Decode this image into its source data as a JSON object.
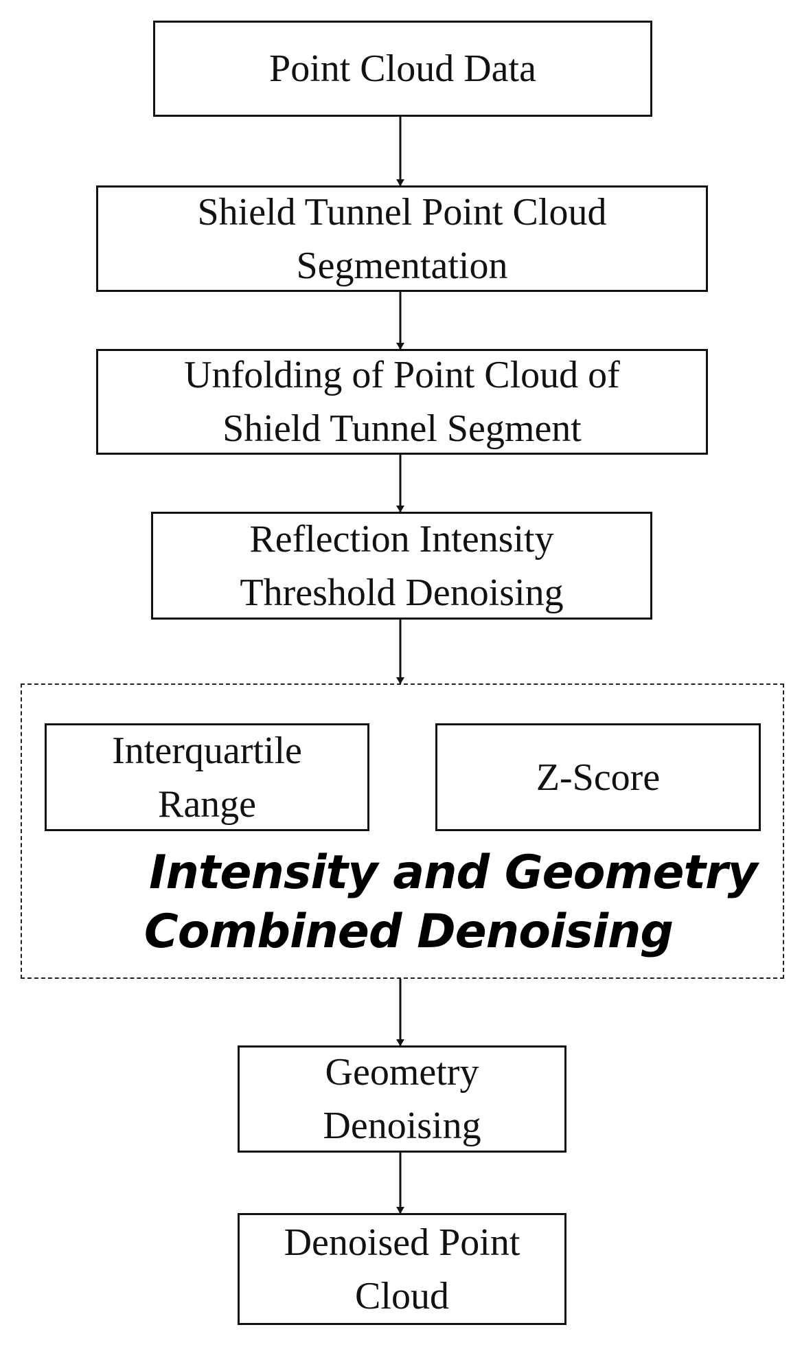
{
  "nodes": {
    "point_cloud_data": {
      "line1": "Point Cloud Data"
    },
    "segmentation": {
      "line1": "Shield Tunnel Point Cloud",
      "line2": "Segmentation"
    },
    "unfolding": {
      "line1": "Unfolding of Point Cloud of",
      "line2": "Shield Tunnel Segment"
    },
    "reflection": {
      "line1": "Reflection Intensity",
      "line2": "Threshold Denoising"
    },
    "iqr": {
      "line1": "Interquartile",
      "line2": "Range"
    },
    "zscore": {
      "line1": "Z-Score"
    },
    "geometry": {
      "line1": "Geometry",
      "line2": "Denoising"
    },
    "denoised": {
      "line1": "Denoised Point",
      "line2": "Cloud"
    }
  },
  "group": {
    "label_line1": "Intensity and Geometry",
    "label_line2": "Combined Denoising"
  }
}
